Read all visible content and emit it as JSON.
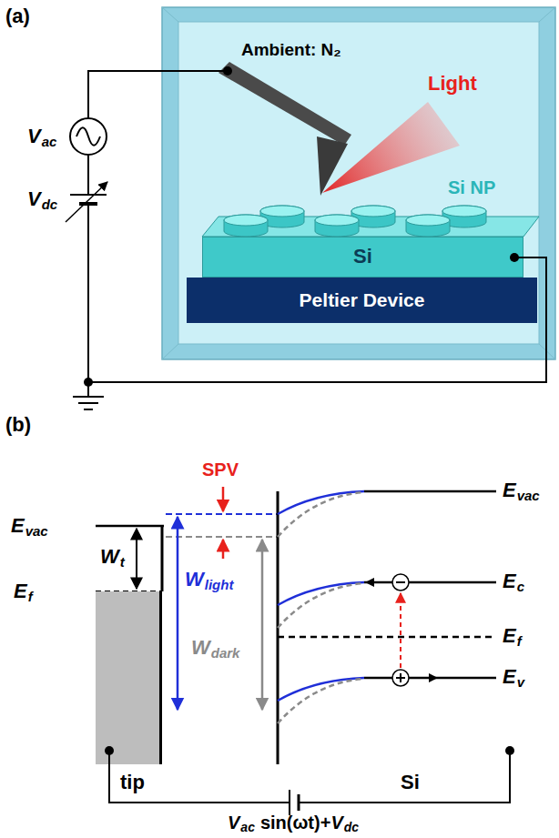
{
  "diagram": {
    "nodes": [
      {
        "text": [
          "Ambient: N₂"
        ]
      },
      {
        "text": [
          "Si"
        ],
        "in": 0
      },
      {
        "text": [
          "Peltier Device"
        ],
        "in": 0
      },
      {
        "text": [
          "tip"
        ]
      }
    ],
    "labels": [
      "(a)",
      "Light",
      "Si NP",
      "V",
      "ac",
      "V",
      "dc",
      "(b)",
      "SPV",
      "E",
      "vac",
      "W",
      "t",
      "E",
      "f",
      "W",
      "light",
      "W",
      "dark",
      "E",
      "vac",
      "E",
      "c",
      "E",
      "f",
      "E",
      "v",
      "Si",
      "V",
      "ac",
      "sin(ωt)+",
      "V",
      "dc"
    ]
  }
}
